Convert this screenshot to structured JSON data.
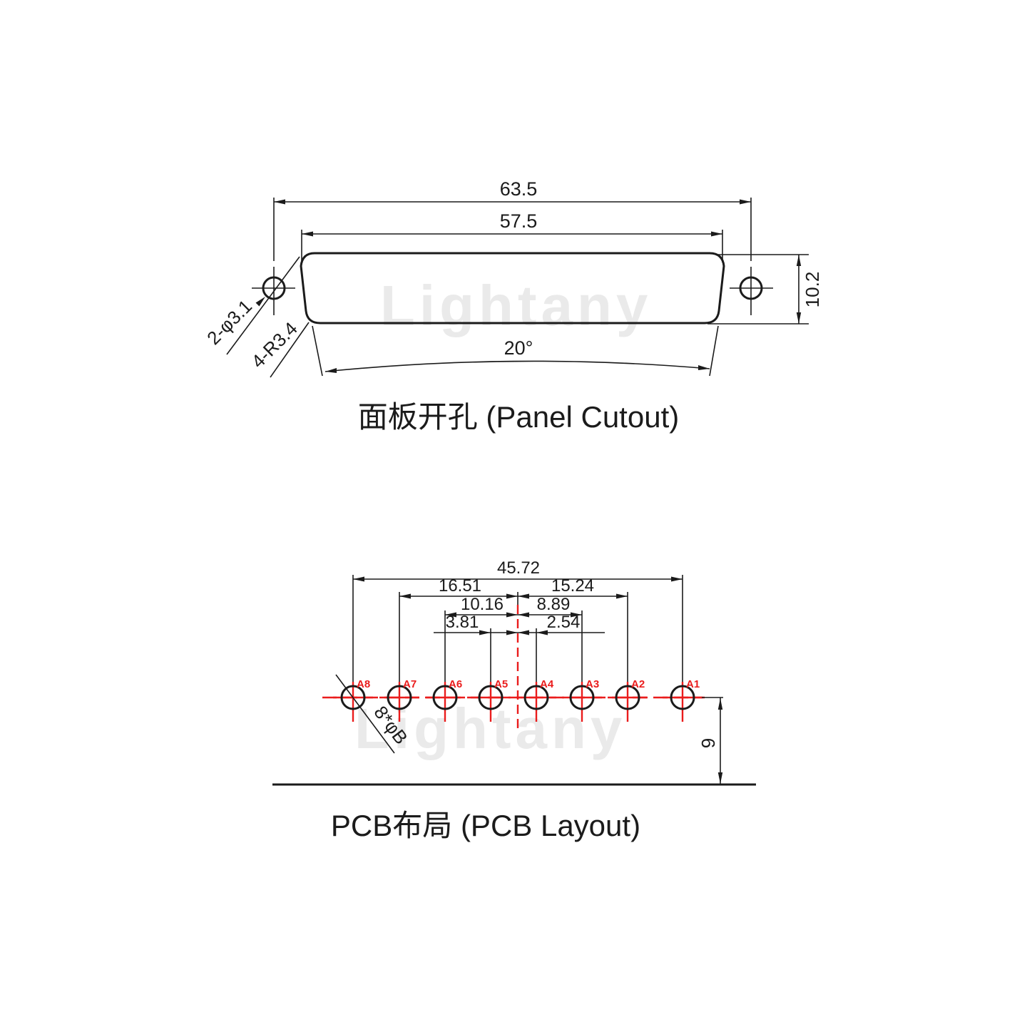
{
  "colors": {
    "line": "#1b1b1b",
    "accent_red": "#ea1c1c",
    "watermark_gray": "#eaeaea",
    "background": "#ffffff"
  },
  "watermark": {
    "text": "Lightany"
  },
  "panel_cutout": {
    "title": "面板开孔 (Panel Cutout)",
    "dim_width_outer": "63.5",
    "dim_width_cutout": "57.5",
    "dim_height": "10.2",
    "dim_angle": "20°",
    "label_mounting_holes": "2-φ3.1",
    "label_corner_radius": "4-R3.4"
  },
  "pcb_layout": {
    "title": "PCB布局 (PCB Layout)",
    "dim_total_span": "45.72",
    "dim_left_outer": "16.51",
    "dim_right_outer": "15.24",
    "dim_left_mid": "10.16",
    "dim_right_mid": "8.89",
    "dim_left_inner": "3.81",
    "dim_right_inner": "2.54",
    "dim_edge_distance": "9",
    "label_hole_size": "8*φB",
    "pins": [
      {
        "label": "A8"
      },
      {
        "label": "A7"
      },
      {
        "label": "A6"
      },
      {
        "label": "A5"
      },
      {
        "label": "A4"
      },
      {
        "label": "A3"
      },
      {
        "label": "A2"
      },
      {
        "label": "A1"
      }
    ]
  }
}
